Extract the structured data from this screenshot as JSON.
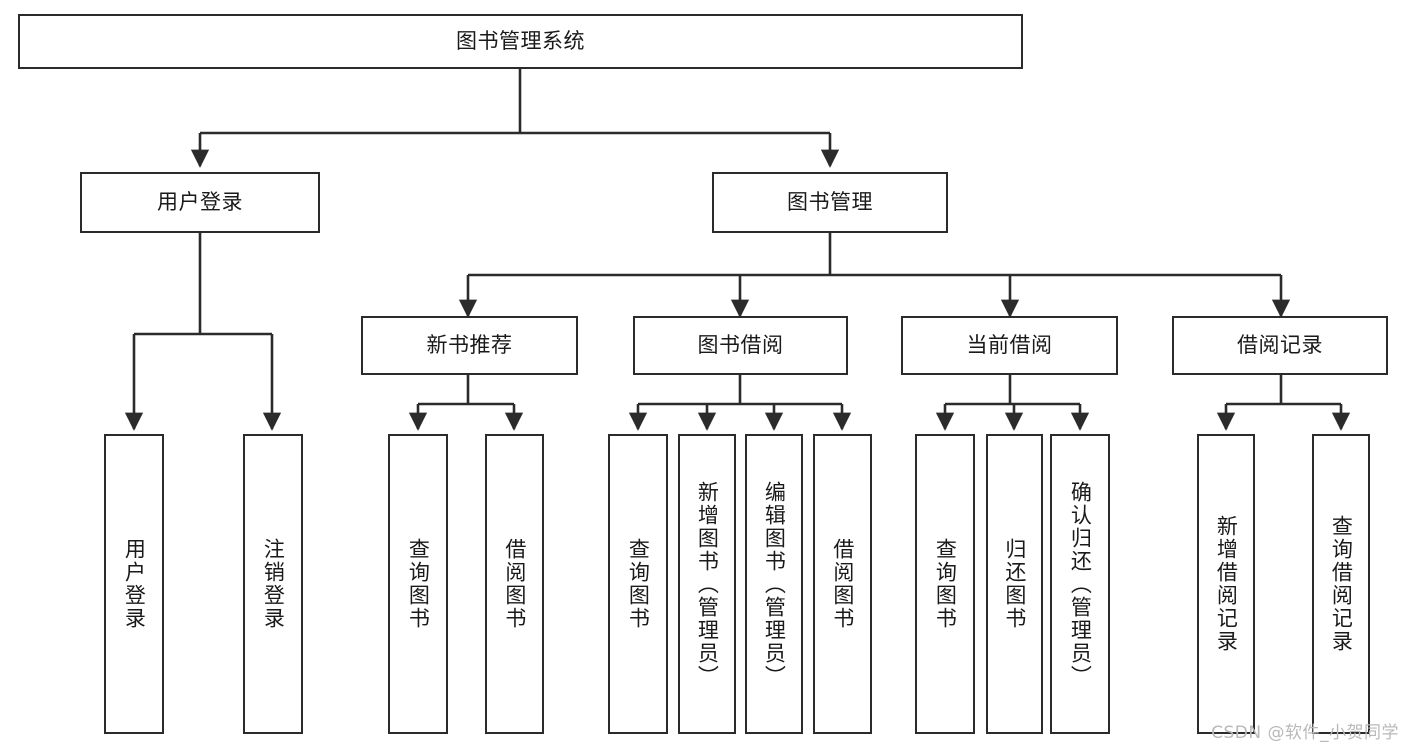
{
  "diagram": {
    "type": "tree",
    "title": "图书管理系统",
    "stroke_color": "#2b2b2b",
    "fill_color": "#ffffff",
    "text_color": "#1a1a1a"
  },
  "root": {
    "label": "图书管理系统"
  },
  "level2": {
    "user_login": "用户登录",
    "book_manage": "图书管理"
  },
  "level3": {
    "new_book_rec": "新书推荐",
    "book_borrow": "图书借阅",
    "current_borrow": "当前借阅",
    "borrow_record": "借阅记录"
  },
  "leaves": {
    "user_login_1": "用户登录",
    "user_login_2": "注销登录",
    "new_book_1": "查询图书",
    "new_book_2": "借阅图书",
    "borrow_1": "查询图书",
    "borrow_2": "新增图书（管理员）",
    "borrow_3": "编辑图书（管理员）",
    "borrow_4": "借阅图书",
    "current_1": "查询图书",
    "current_2": "归还图书",
    "current_3": "确认归还（管理员）",
    "record_1": "新增借阅记录",
    "record_2": "查询借阅记录"
  },
  "watermark": {
    "text": "CSDN @软件_小贺同学"
  }
}
